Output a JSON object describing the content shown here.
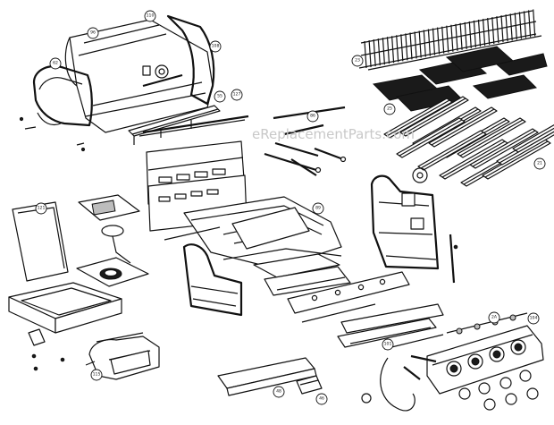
{
  "watermark": "eReplacementParts.com",
  "labels": [
    {
      "id": "lid",
      "text": "96"
    },
    {
      "id": "lid-top",
      "text": "110"
    },
    {
      "id": "lid-right-end",
      "text": "108"
    },
    {
      "id": "lid-left-end",
      "text": "62"
    },
    {
      "id": "handle",
      "text": "55"
    },
    {
      "id": "grid-rack",
      "text": "23"
    },
    {
      "id": "grates",
      "text": "25"
    },
    {
      "id": "flavorizer",
      "text": "21"
    },
    {
      "id": "rotisserie",
      "text": "127"
    },
    {
      "id": "side-burner",
      "text": "121"
    },
    {
      "id": "knob",
      "text": "2A"
    },
    {
      "id": "control-panel",
      "text": "104"
    },
    {
      "id": "drip-tray",
      "text": "48"
    },
    {
      "id": "grease-cup",
      "text": "46"
    },
    {
      "id": "burner-tube",
      "text": "86"
    },
    {
      "id": "cookbox",
      "text": "89"
    },
    {
      "id": "heat-shield",
      "text": "115"
    },
    {
      "id": "manifold",
      "text": "101"
    }
  ]
}
